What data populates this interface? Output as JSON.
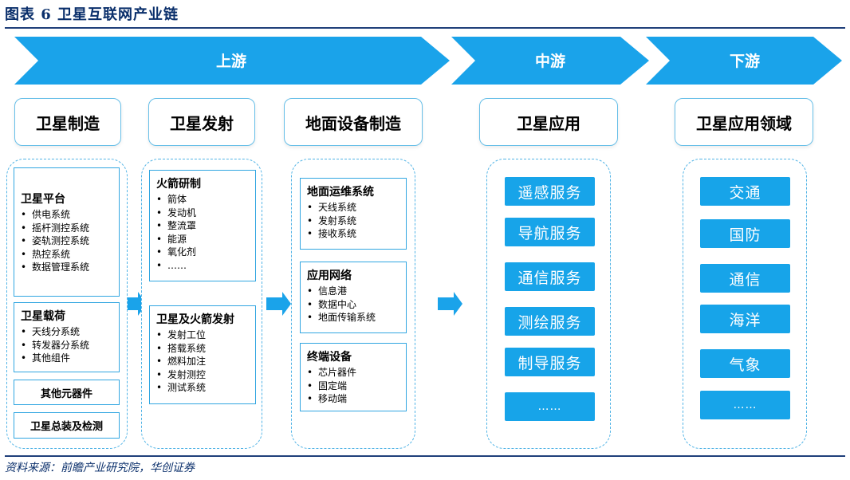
{
  "figure_title": "图表 6    卫星互联网产业链",
  "source": "资料来源：前瞻产业研究院，华创证券",
  "stages": {
    "upstream": "上游",
    "midstream": "中游",
    "downstream": "下游"
  },
  "categories": {
    "manufacturing": "卫星制造",
    "launch": "卫星发射",
    "ground": "地面设备制造",
    "application": "卫星应用",
    "fields": "卫星应用领域"
  },
  "manufacturing": {
    "platform": {
      "title": "卫星平台",
      "items": [
        "供电系统",
        "摇杆测控系统",
        "姿轨测控系统",
        "热控系统",
        "数据管理系统"
      ]
    },
    "payload": {
      "title": "卫星载荷",
      "items": [
        "天线分系统",
        "转发器分系统",
        "其他组件"
      ]
    },
    "other_components": "其他元器件",
    "assembly": "卫星总装及检测"
  },
  "launch": {
    "rocket": {
      "title": "火箭研制",
      "items": [
        "箭体",
        "发动机",
        "整流罩",
        "能源",
        "氧化剂",
        "……"
      ]
    },
    "satellite_launch": {
      "title": "卫星及火箭发射",
      "items": [
        "发射工位",
        "搭载系统",
        "燃料加注",
        "发射测控",
        "测试系统"
      ]
    }
  },
  "ground": {
    "ops": {
      "title": "地面运维系统",
      "items": [
        "天线系统",
        "发射系统",
        "接收系统"
      ]
    },
    "network": {
      "title": "应用网络",
      "items": [
        "信息港",
        "数据中心",
        "地面传输系统"
      ]
    },
    "terminal": {
      "title": "终端设备",
      "items": [
        "芯片器件",
        "固定端",
        "移动端"
      ]
    }
  },
  "services": [
    "遥感服务",
    "导航服务",
    "通信服务",
    "测绘服务",
    "制导服务",
    "……"
  ],
  "fields": [
    "交通",
    "国防",
    "通信",
    "海洋",
    "气象",
    "……"
  ],
  "colors": {
    "chevron": "#1aa3ea",
    "button": "#17a4e9",
    "border": "#31a6e1",
    "title": "#0a2f6b"
  }
}
